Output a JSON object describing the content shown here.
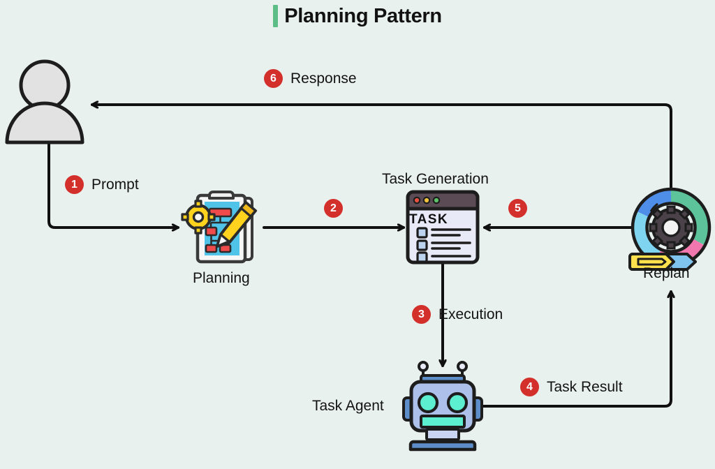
{
  "page": {
    "title": "Planning Pattern",
    "background_color": "#e9f1ee",
    "accent_color": "#5cbd86",
    "badge_color": "#d32f2b",
    "line_color": "#101010"
  },
  "nodes": [
    {
      "id": "user",
      "label": "",
      "icon": "user-avatar-icon"
    },
    {
      "id": "planning",
      "label": "Planning",
      "icon": "clipboard-flowchart-gear-pencil-icon"
    },
    {
      "id": "task_generation",
      "label": "Task Generation",
      "icon": "task-window-checklist-icon",
      "heading": "TASK"
    },
    {
      "id": "task_agent",
      "label": "Task Agent",
      "icon": "robot-icon"
    },
    {
      "id": "replan",
      "label": "Replan",
      "icon": "agile-cycle-gear-icon"
    }
  ],
  "steps": [
    {
      "number": "1",
      "label": "Prompt",
      "from": "user",
      "to": "planning"
    },
    {
      "number": "2",
      "label": "",
      "from": "planning",
      "to": "task_generation"
    },
    {
      "number": "3",
      "label": "Execution",
      "from": "task_generation",
      "to": "task_agent"
    },
    {
      "number": "4",
      "label": "Task Result",
      "from": "task_agent",
      "to": "replan"
    },
    {
      "number": "5",
      "label": "",
      "from": "replan",
      "to": "task_generation"
    },
    {
      "number": "6",
      "label": "Response",
      "from": "replan",
      "to": "user"
    }
  ]
}
